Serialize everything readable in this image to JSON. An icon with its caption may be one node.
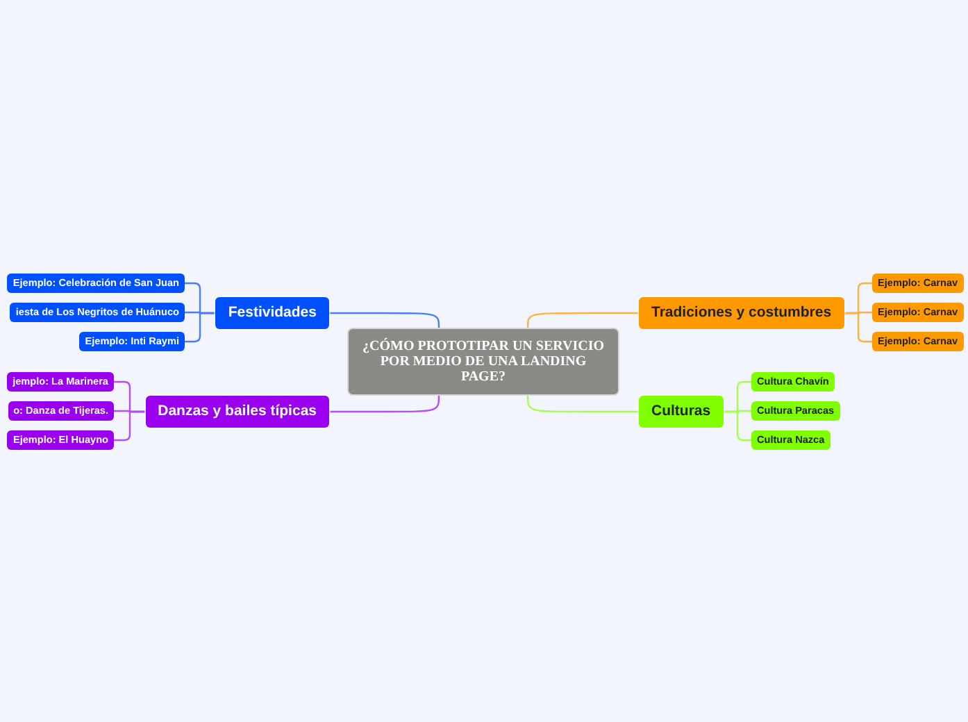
{
  "diagram": {
    "nodes": [
      {
        "text": [
          "¿CÓMO PROTOTIPAR UN SERVICIO POR MEDIO DE UNA LANDING PAGE?"
        ]
      },
      {
        "text": [
          "Festividades"
        ]
      },
      {
        "text": [
          "Ejemplo: Celebración de San Juan"
        ]
      },
      {
        "text": [
          "iesta de Los Negritos de Huánuco"
        ]
      },
      {
        "text": [
          "Ejemplo: Inti Raymi"
        ]
      },
      {
        "text": [
          "Danzas y bailes típicas"
        ]
      },
      {
        "text": [
          "jemplo: La Marinera"
        ]
      },
      {
        "text": [
          "o: Danza de Tijeras."
        ]
      },
      {
        "text": [
          "Ejemplo: El Huayno"
        ]
      },
      {
        "text": [
          "Tradiciones y costumbres"
        ]
      },
      {
        "text": [
          "Ejemplo: Carnav"
        ]
      },
      {
        "text": [
          "Ejemplo: Carnav"
        ]
      },
      {
        "text": [
          "Ejemplo: Carnav"
        ]
      },
      {
        "text": [
          "Culturas"
        ]
      },
      {
        "text": [
          "Cultura Chavín"
        ]
      },
      {
        "text": [
          "Cultura Paracas"
        ]
      },
      {
        "text": [
          "Cultura Nazca"
        ]
      }
    ],
    "edges": [
      {
        "from": 0,
        "to": 1,
        "arrow": "none",
        "color": "#4a7cff"
      },
      {
        "from": 1,
        "to": 2,
        "arrow": "none",
        "color": "#4a7cff"
      },
      {
        "from": 1,
        "to": 3,
        "arrow": "none",
        "color": "#4a7cff"
      },
      {
        "from": 1,
        "to": 4,
        "arrow": "none",
        "color": "#4a7cff"
      },
      {
        "from": 0,
        "to": 5,
        "arrow": "none",
        "color": "#b54cf5"
      },
      {
        "from": 5,
        "to": 6,
        "arrow": "none",
        "color": "#b54cf5"
      },
      {
        "from": 5,
        "to": 7,
        "arrow": "none",
        "color": "#b54cf5"
      },
      {
        "from": 5,
        "to": 8,
        "arrow": "none",
        "color": "#b54cf5"
      },
      {
        "from": 0,
        "to": 9,
        "arrow": "none",
        "color": "#ffb040"
      },
      {
        "from": 9,
        "to": 10,
        "arrow": "none",
        "color": "#ffb040"
      },
      {
        "from": 9,
        "to": 11,
        "arrow": "none",
        "color": "#ffb040"
      },
      {
        "from": 9,
        "to": 12,
        "arrow": "none",
        "color": "#ffb040"
      },
      {
        "from": 0,
        "to": 13,
        "arrow": "none",
        "color": "#a6ff4d"
      },
      {
        "from": 13,
        "to": 14,
        "arrow": "none",
        "color": "#a6ff4d"
      },
      {
        "from": 13,
        "to": 15,
        "arrow": "none",
        "color": "#a6ff4d"
      },
      {
        "from": 13,
        "to": 16,
        "arrow": "none",
        "color": "#a6ff4d"
      }
    ]
  }
}
